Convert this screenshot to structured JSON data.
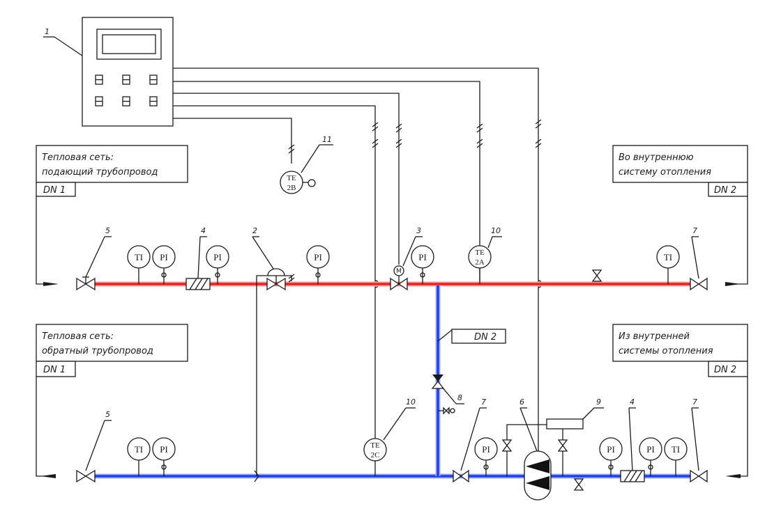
{
  "colors": {
    "supply_pipe": "#ee2222",
    "supply_glow": "#f7a3a3",
    "return_pipe": "#1f3ff0",
    "return_glow": "#9fb0f7",
    "line": "#1a1a1a"
  },
  "boxes": {
    "supply_network": {
      "line1": "Тепловая сеть:",
      "line2": "подающий трубопровод",
      "dn": "DN 1"
    },
    "to_heating": {
      "line1": "Во внутреннюю",
      "line2": "систему отопления",
      "dn": "DN 2"
    },
    "return_network": {
      "line1": "Тепловая сеть:",
      "line2": "обратный трубопровод",
      "dn": "DN 1"
    },
    "from_heating": {
      "line1": "Из внутренней",
      "line2": "системы отопления",
      "dn": "DN 2"
    },
    "bridge": {
      "dn": "DN 2"
    }
  },
  "callouts": {
    "controller": "1",
    "control_valve": "2",
    "valve_actuator": "3",
    "filter_top": "4",
    "filter_bottom": "4",
    "gate_supply_in": "5",
    "gate_return_out": "5",
    "pumps": "6",
    "gate_supply_out": "7",
    "gate_return_pump": "7",
    "gate_return_in": "7",
    "check_valve": "8",
    "pressure_switch": "9",
    "sensor_2a": "10",
    "sensor_2c": "10",
    "outdoor_sensor": "11"
  },
  "instruments": {
    "ti_supply_1": "TI",
    "pi_supply_1": "PI",
    "pi_supply_2": "PI",
    "pi_supply_3": "PI",
    "pi_supply_4": "PI",
    "ti_supply_out": "TI",
    "te_2a_top": "TE",
    "te_2a_bottom": "2A",
    "te_2b_top": "TE",
    "te_2b_bottom": "2B",
    "te_2c_top": "TE",
    "te_2c_bottom": "2C",
    "ti_return_1": "TI",
    "pi_return_1": "PI",
    "pi_return_2": "PI",
    "pi_return_3": "PI",
    "pi_return_4": "PI",
    "ti_return_out": "TI",
    "actuator_mark": "M"
  }
}
